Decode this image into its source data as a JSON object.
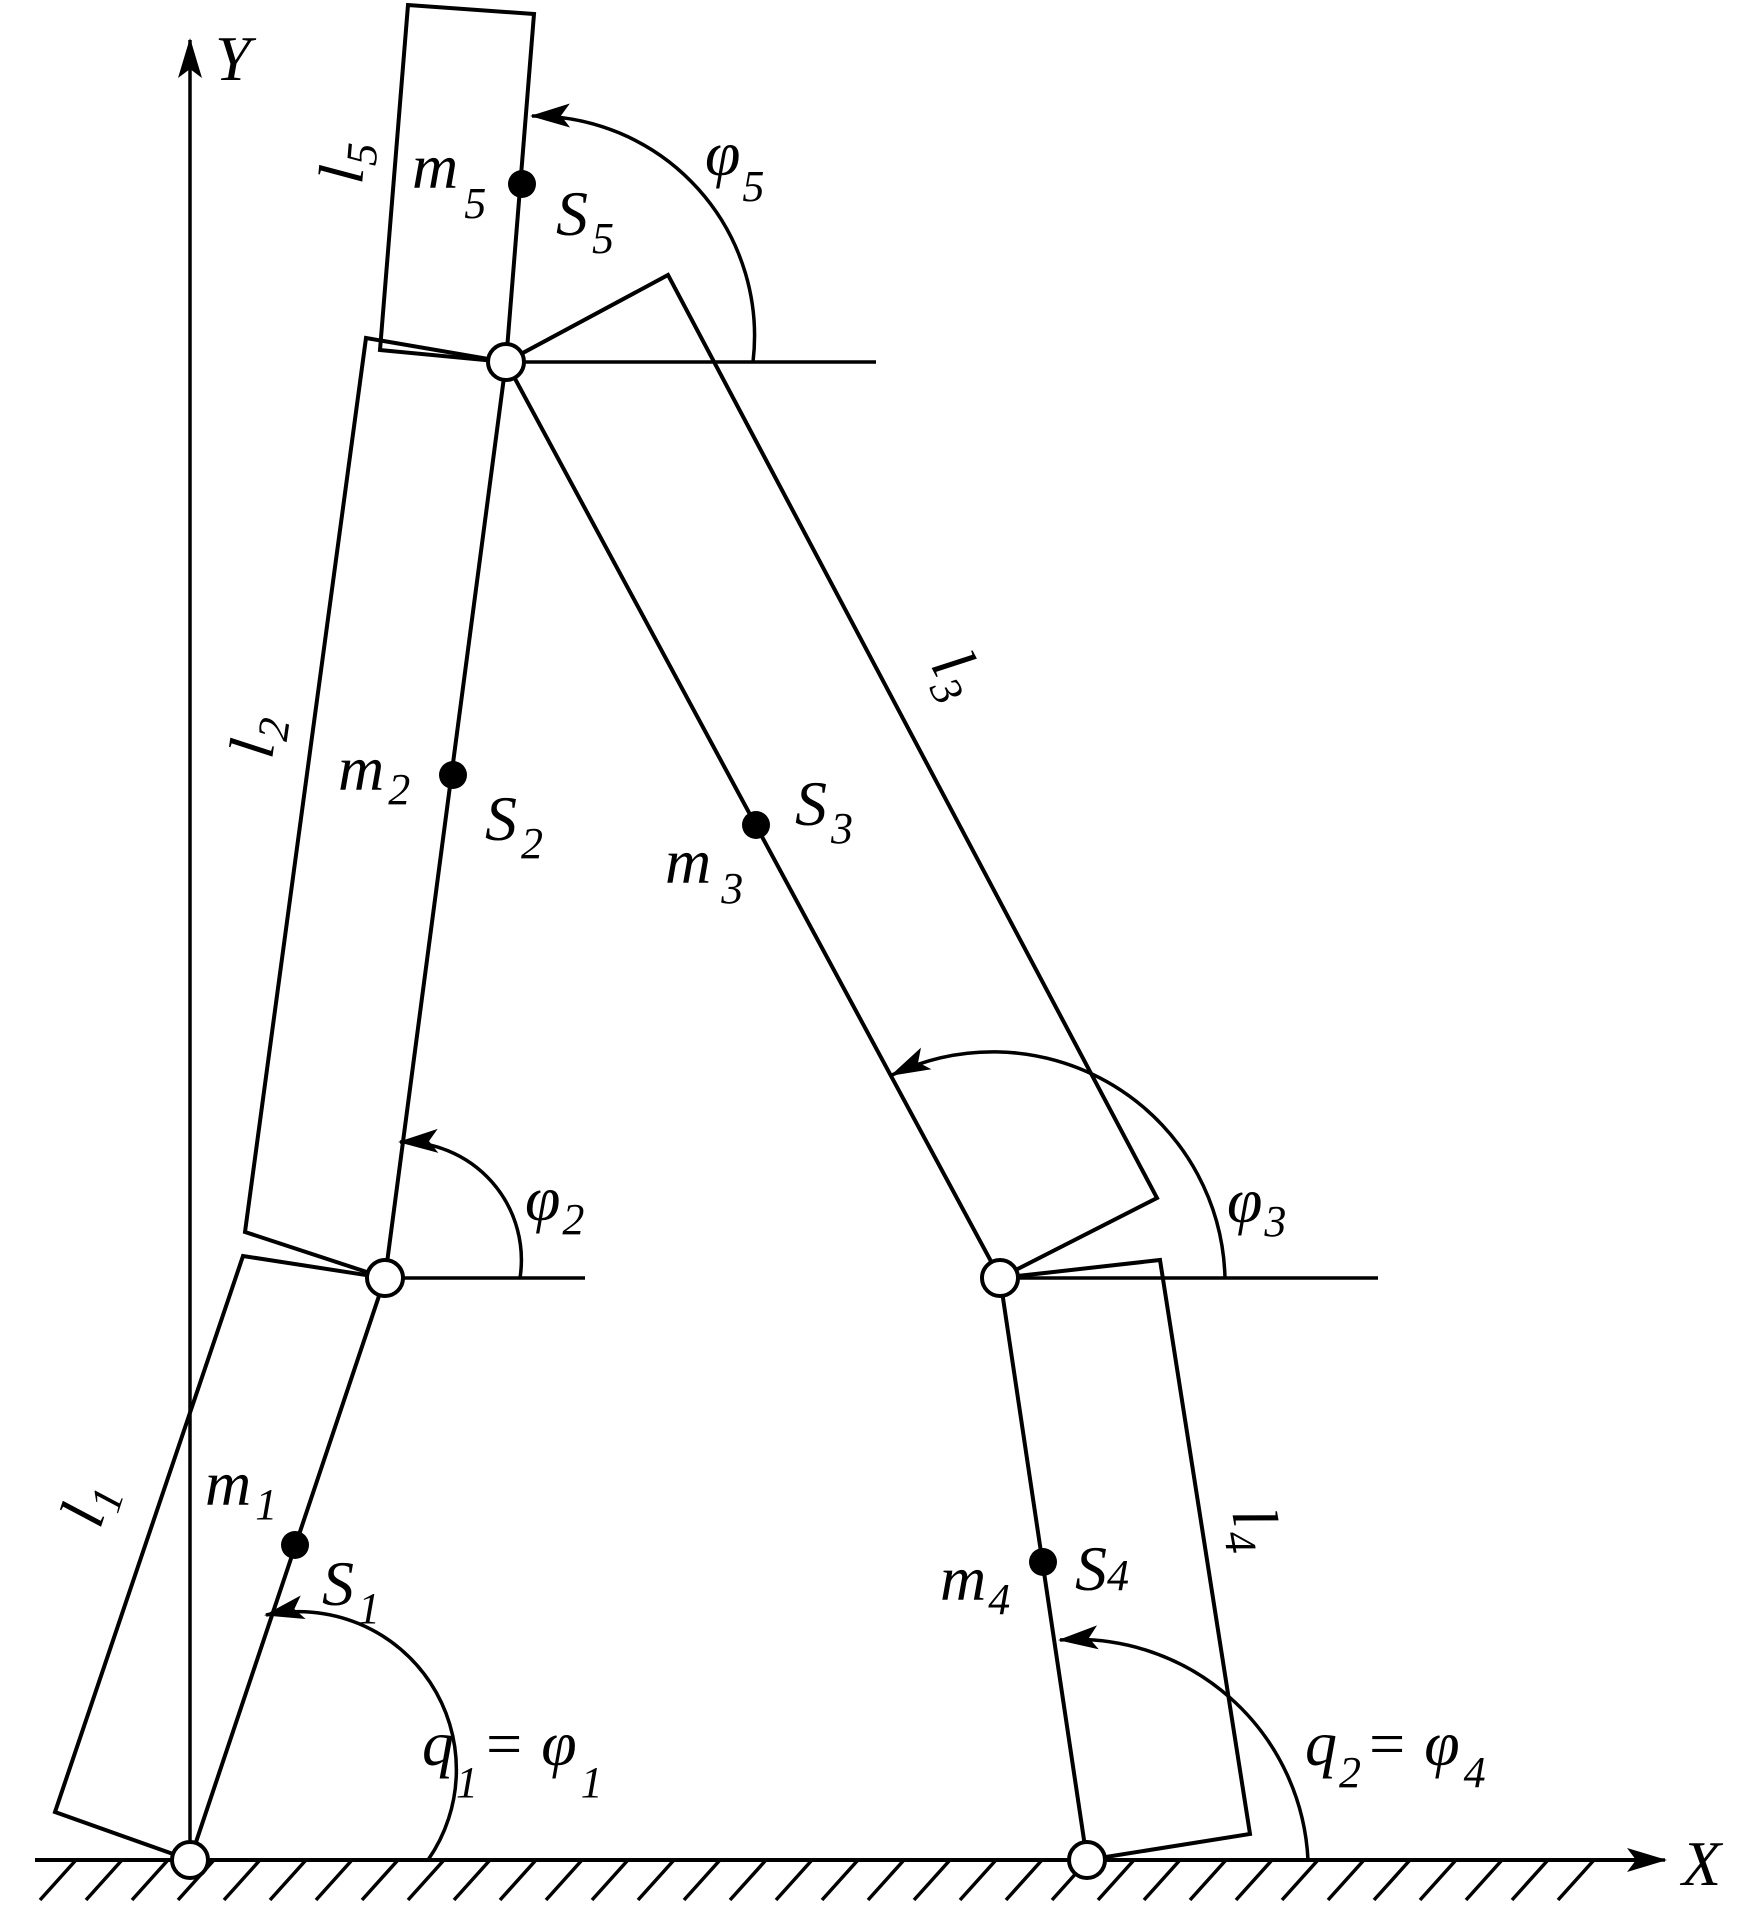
{
  "axes": {
    "x": "X",
    "y": "Y"
  },
  "links": [
    {
      "id": "1",
      "length": "l",
      "sub": "1",
      "mass": "m",
      "mass_sub": "1",
      "com": "S",
      "com_sub": "1"
    },
    {
      "id": "2",
      "length": "l",
      "sub": "2",
      "mass": "m",
      "mass_sub": "2",
      "com": "S",
      "com_sub": "2"
    },
    {
      "id": "3",
      "length": "l",
      "sub": "3",
      "mass": "m",
      "mass_sub": "3",
      "com": "S",
      "com_sub": "3"
    },
    {
      "id": "4",
      "length": "l",
      "sub": "4",
      "mass": "m",
      "mass_sub": "4",
      "com": "S",
      "com_sub": "4"
    },
    {
      "id": "5",
      "length": "l",
      "sub": "5",
      "mass": "m",
      "mass_sub": "5",
      "com": "S",
      "com_sub": "5"
    }
  ],
  "angles": {
    "phi": "φ",
    "phi2_sub": "2",
    "phi3_sub": "3",
    "phi5_sub": "5",
    "q1": {
      "q": "q",
      "q_sub": "1",
      "eq": "=",
      "phi": "φ",
      "phi_sub": "1"
    },
    "q2": {
      "q": "q",
      "q_sub": "2",
      "eq": "=",
      "phi": "φ",
      "phi_sub": "4"
    }
  }
}
